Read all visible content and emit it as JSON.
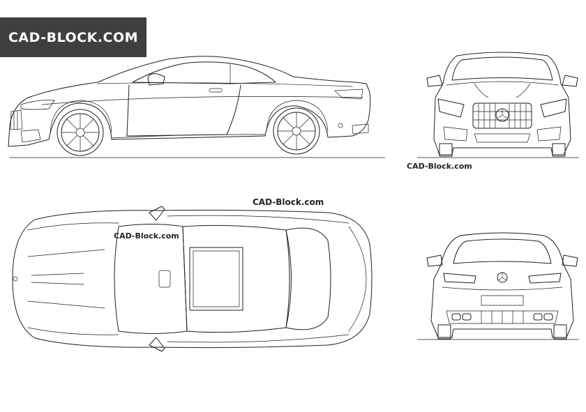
{
  "logo": {
    "text": "CAD-BLOCK.COM"
  },
  "watermarks": {
    "front": "CAD-Block.com",
    "middle": "CAD-Block.com",
    "top": "CAD-Block.com"
  },
  "colors": {
    "logo_bg": "#3f3f3f",
    "logo_text": "#ffffff",
    "line": "#1e1e1e",
    "background": "#ffffff"
  },
  "views": [
    "side-view",
    "front-view",
    "top-view",
    "rear-view"
  ]
}
